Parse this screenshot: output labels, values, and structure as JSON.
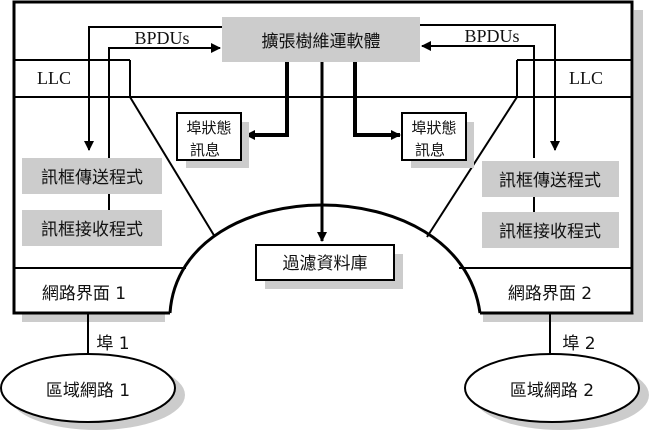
{
  "diagram": {
    "spanning_tree_entity": "擴張樹維運軟體",
    "bpdu_left": "BPDUs",
    "bpdu_right": "BPDUs",
    "llc_left": "LLC",
    "llc_right": "LLC",
    "port_state_left": [
      "埠狀態",
      "訊息"
    ],
    "port_state_right": [
      "埠狀態",
      "訊息"
    ],
    "frame_send_left": "訊框傳送程式",
    "frame_recv_left": "訊框接收程式",
    "frame_send_right": "訊框傳送程式",
    "frame_recv_right": "訊框接收程式",
    "filter_db": "過濾資料庫",
    "netif_left": "網路界面 1",
    "netif_right": "網路界面 2",
    "port_left": "埠 1",
    "port_right": "埠 2",
    "lan_left": "區域網路 1",
    "lan_right": "區域網路 2"
  },
  "colors": {
    "line": "#000000",
    "box_fill": "#cccccc",
    "shadow": "#cccccc",
    "text": "#111111"
  }
}
